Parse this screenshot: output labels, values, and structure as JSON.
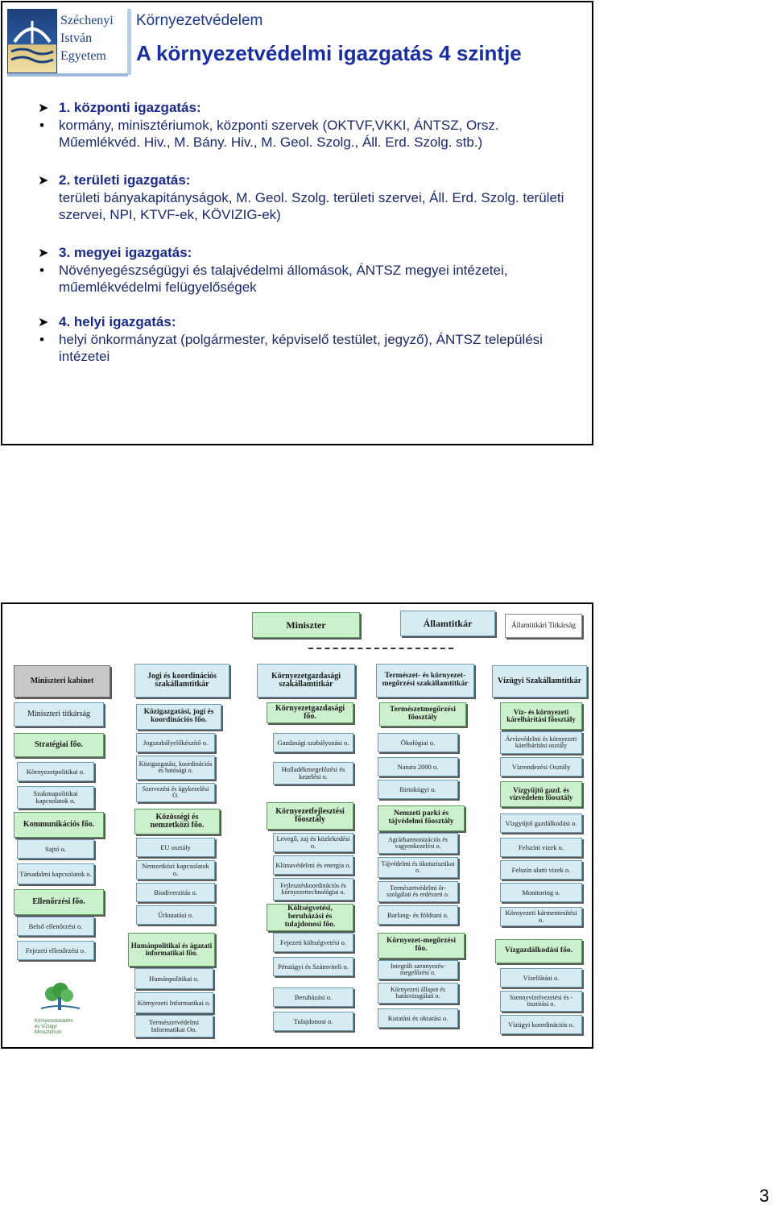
{
  "slide1": {
    "university": [
      "Széchenyi",
      "István",
      "Egyetem"
    ],
    "section": "Környezetvédelem",
    "title": "A környezetvédelmi igazgatás 4 szintje",
    "levels": [
      {
        "heading": "1. központi igazgatás:",
        "items": [
          "kormány, minisztériumok, központi szervek (OKTVF,VKKI, ÁNTSZ, Orsz. Műemlékvéd. Hiv., M. Bány. Hiv., M. Geol. Szolg., Áll. Erd. Szolg. stb.)"
        ],
        "bullet": true
      },
      {
        "heading": "2. területi igazgatás:",
        "items": [
          "területi bányakapitányságok, M. Geol. Szolg. területi szervei, Áll. Erd. Szolg. területi szervei, NPI, KTVF-ek, KÖVIZIG-ek)"
        ],
        "bullet": false
      },
      {
        "heading": "3. megyei igazgatás:",
        "items": [
          "Növényegészségügyi és talajvédelmi állomások, ÁNTSZ megyei intézetei, műemlékvédelmi felügyelőségek"
        ],
        "bullet": true
      },
      {
        "heading": "4. helyi igazgatás:",
        "items": [
          "helyi önkormányzat (polgármester, képviselő testület, jegyző), ÁNTSZ települési intézetei"
        ],
        "bullet": true
      }
    ]
  },
  "orgchart": {
    "top": {
      "minister": "Miniszter",
      "state_secretary": "Államtitkár",
      "ss_office": "Államtitkári Titkárság"
    },
    "col1": [
      "Miniszteri kabinet",
      "Miniszteri titkárság",
      "Stratégiai főo.",
      "Környezetpolitikai o.",
      "Szakmapolitikai kapcsolatok o.",
      "Kommunikációs főo.",
      "Sajtó o.",
      "Társadalmi kapcsolatok o.",
      "Ellenőrzési főo.",
      "Belső ellenőrzési o.",
      "Fejezeti ellenőrzési o."
    ],
    "col2": [
      "Jogi és koordinációs szakállamtitkár",
      "Közigazgatási, jogi és koordinációs főo.",
      "Jogszabályelőkészítő o.",
      "Közigazgatási, koordinációs és hatósági o.",
      "Szervezési és ügykezelési O.",
      "Közösségi és nemzetközi főo.",
      "EU osztály",
      "Nemzetközi kapcsolatok o.",
      "Biodiverzitás o.",
      "Űrkutatási o.",
      "Humánpolitikai és ágazati informatikai főo.",
      "Humánpolitikai o.",
      "Környezeti Informatikai o.",
      "Természetvédelmi Informatikai Oo."
    ],
    "col3": [
      "Környezetgazdasági szakállamtitkár",
      "Környezetgazdasági főo.",
      "Gazdasági szabályozási o.",
      "Hulladékmegelőzési és kezelési o.",
      "Környezetfejlesztési főosztály",
      "Levegő, zaj és közlekedési o.",
      "Klímavédelmi és energia o.",
      "Fejlesztéskoordinációs és környezettechnológiai o.",
      "Költségvetési, beruházási és tulajdonosi főo.",
      "Fejezeti költségvetési o.",
      "Pénzügyi és Számviteli o.",
      "Beruházási o.",
      "Tulajdonosi o."
    ],
    "col4": [
      "Természet- és környezet-megőrzési szakállamtitkár",
      "Természetmegőrzési főosztály",
      "Ökológiai o.",
      "Natura 2000 o.",
      "Birtokügyi o.",
      "Nemzeti parki és tájvédelmi főosztály",
      "Agrárharmonizációs és vagyonkezelési o.",
      "Tájvédelmi és ökoturisztikai o.",
      "Természetvédelmi őr-szolgálati és erdészeti o.",
      "Barlang- és földtani o.",
      "Környezet-megőrzési főo.",
      "Integrált szennyezés-megelőzési o.",
      "Környezeti állapot és hatásvizsgálati o.",
      "Kutatási és oktatási o."
    ],
    "col5": [
      "Vízügyi Szakállamtitkár",
      "Víz- és környezeti kárelhárítási főosztály",
      "Árvízvédelmi és környezeti kárelhárítási osztály",
      "Vízrendezési Osztály",
      "Vízgyűjtő gazd. és vízvédelem főosztály",
      "Vízgyűjtő gazdálkodási o.",
      "Felszíni vizek o.",
      "Felszín alatti vizek o.",
      "Monitoring o.",
      "Környezeti kármentesítési o.",
      "Vízgazdálkodási főo.",
      "Vízellátási o.",
      "Szennyvízelvezetési és -tisztítási o.",
      "Vízügyi koordinációs o."
    ],
    "ministry": [
      "Környezetvédelmi",
      "és Vízügyi",
      "Minisztérium"
    ]
  },
  "page_number": "3"
}
